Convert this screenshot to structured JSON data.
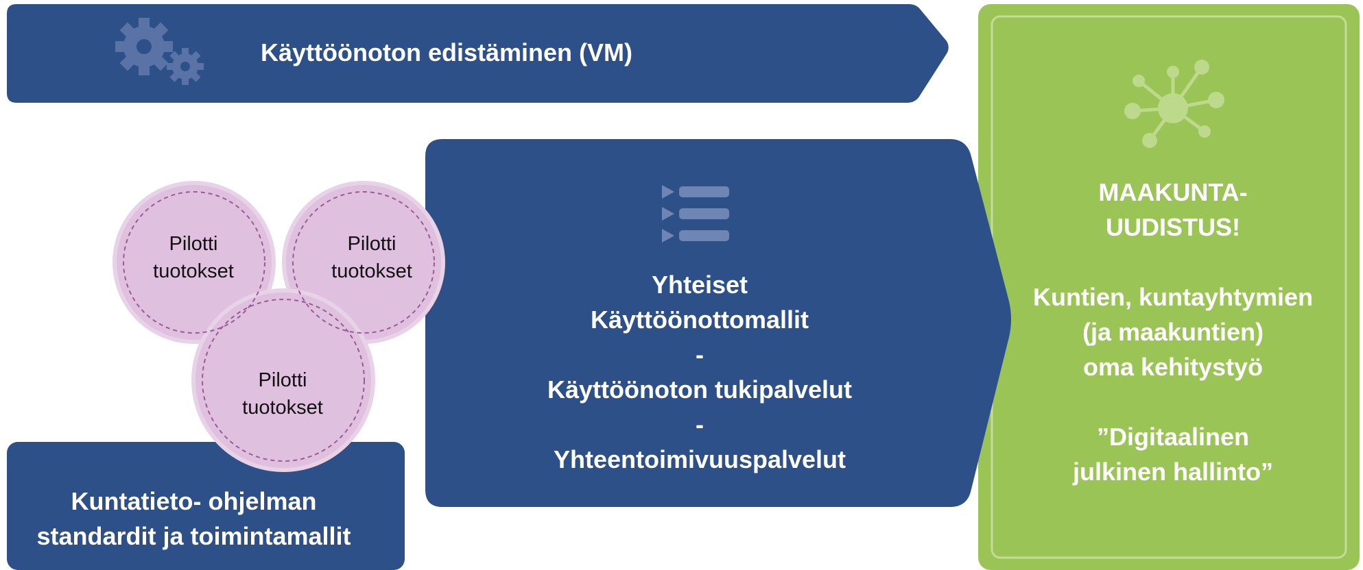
{
  "top_banner": {
    "title": "Käyttöönoton edistäminen (VM)",
    "icon": "gears-icon",
    "color": "#2e5088"
  },
  "center_block": {
    "icon": "list-icon",
    "lines": [
      "Yhteiset",
      "Käyttöönottomallit",
      "-",
      "Käyttöönoton tukipalvelut",
      "-",
      "Yhteentoimivuuspalvelut"
    ],
    "color": "#2e5088"
  },
  "pilot_circles": {
    "color": "#dfc0df",
    "items": [
      {
        "line1": "Pilotti",
        "line2": "tuotokset"
      },
      {
        "line1": "Pilotti",
        "line2": "tuotokset"
      },
      {
        "line1": "Pilotti",
        "line2": "tuotokset"
      }
    ]
  },
  "bottom_block": {
    "lines": [
      "Kuntatieto- ohjelman",
      "standardit ja toimintamallit"
    ],
    "color": "#2e5088"
  },
  "green_panel": {
    "icon": "network-icon",
    "heading_lines": [
      "MAAKUNTA-",
      "UUDISTUS!"
    ],
    "body_lines": [
      "Kuntien, kuntayhtymien",
      "(ja maakuntien)",
      "oma kehitystyö"
    ],
    "quote_lines": [
      "”Digitaalinen",
      "julkinen hallinto”"
    ],
    "color": "#9bc456"
  }
}
